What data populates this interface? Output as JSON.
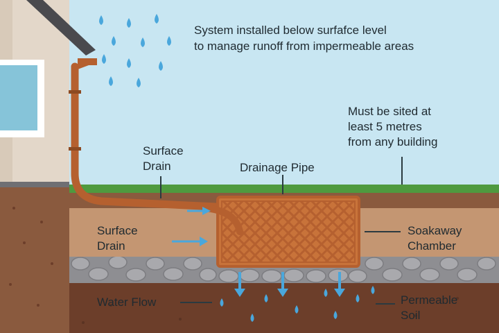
{
  "header": {
    "line1": "System installed below surfafce level",
    "line2": "to manage runoff from impermeable  areas"
  },
  "labels": {
    "siting": "Must be sited at\nleast 5 metres\nfrom any building",
    "surface_drain_top": "Surface\nDrain",
    "drainage_pipe": "Drainage Pipe",
    "surface_drain_side": "Surface\nDrain",
    "soakaway_chamber": "Soakaway\nChamber",
    "water_flow": "Water Flow",
    "permeable_soil": "Permeable\nSoil"
  },
  "colors": {
    "sky": "#c8e6f2",
    "house_wall": "#e3d7c9",
    "window": "#86c4d9",
    "grass": "#4f9a3f",
    "topsoil": "#8a5a3e",
    "sand_layer": "#c49672",
    "gravel": "#8e8e92",
    "deep_soil": "#6c3e2a",
    "pipe": "#b5602f",
    "chamber": "#c8733a",
    "water": "#4aa7dc",
    "text": "#1f2a30"
  },
  "icons": [
    "raindrop-icon",
    "water-arrow-icon",
    "gutter-downpipe-icon",
    "lattice-chamber-icon"
  ]
}
